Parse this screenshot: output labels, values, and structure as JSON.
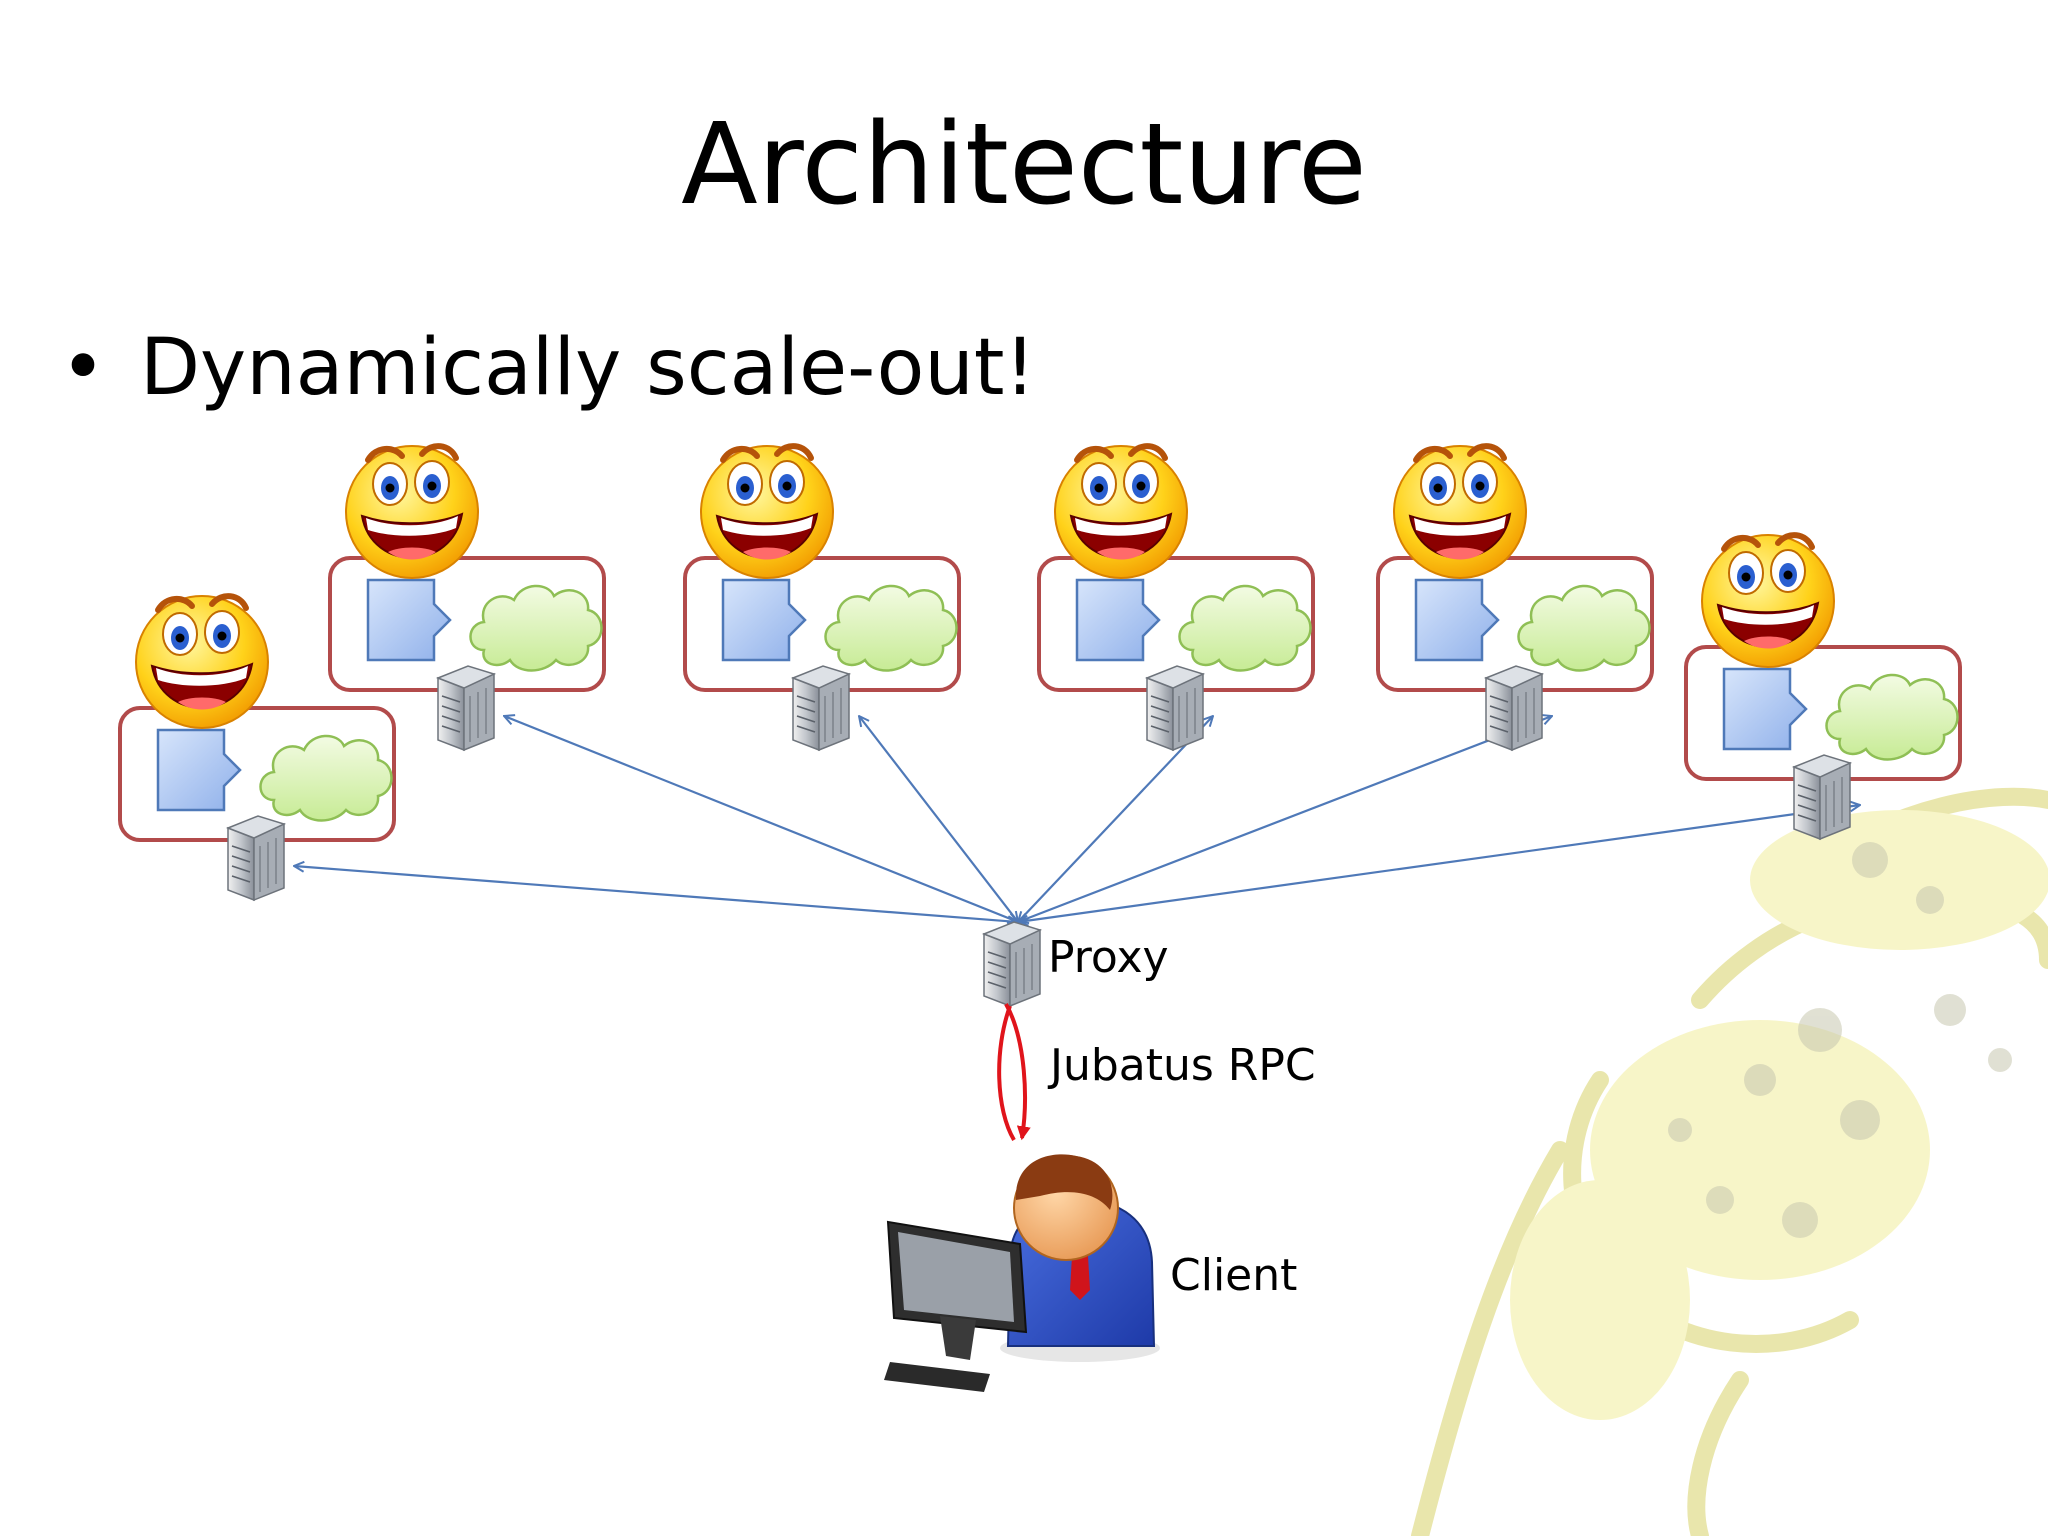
{
  "slide": {
    "title": "Architecture",
    "bullet": "Dynamically scale-out!"
  },
  "diagram": {
    "node_count": 6,
    "labels": {
      "proxy": "Proxy",
      "rpc": "Jubatus RPC",
      "client": "Client"
    },
    "icons": {
      "smiley": "laughing-smiley-icon",
      "process": "process-arrow-icon",
      "model": "model-cloud-icon",
      "server": "server-tower-icon",
      "client": "user-at-computer-icon",
      "mascot": "leopard-mascot-watermark"
    },
    "colors": {
      "node_border": "#b24b4b",
      "link": "#4f79b8",
      "rpc": "#e0141b",
      "process_fill": "#a7c2ef",
      "cloud_fill": "#d9f2b2",
      "watermark": "#e8e37a"
    }
  }
}
